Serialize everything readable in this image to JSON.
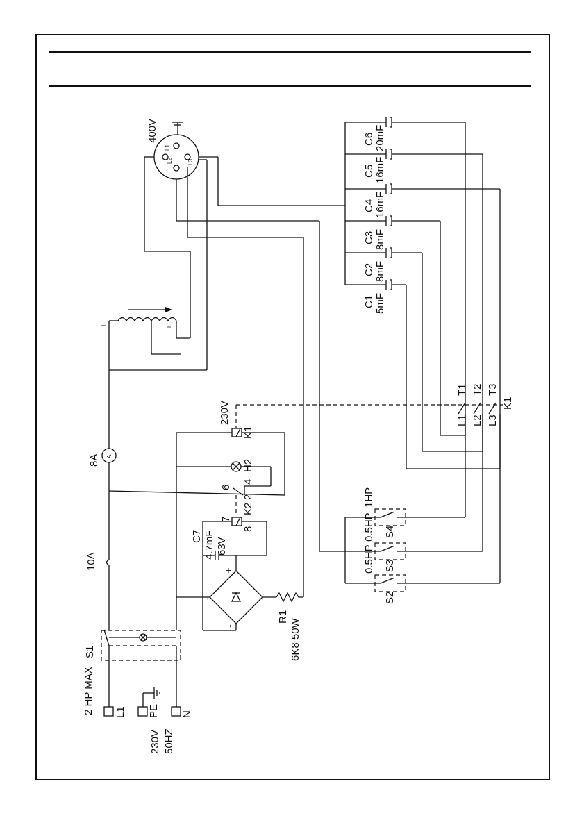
{
  "supply": {
    "voltage": "230V",
    "frequency": "50HZ",
    "terminals": [
      "L1",
      "PE",
      "N"
    ],
    "max_rating": "2 HP MAX"
  },
  "switch_main": "S1",
  "fuse": "10A",
  "ammeter": {
    "rating": "8A",
    "symbol": "A"
  },
  "output_socket": {
    "voltage": "400V",
    "pins": [
      "L1",
      "L2",
      "L3"
    ]
  },
  "relay_k1": {
    "name": "K1",
    "voltage": "230V",
    "contacts": [
      "L1",
      "L2",
      "L3"
    ],
    "terminals": [
      "T1",
      "T2",
      "T3"
    ]
  },
  "relay_k2": {
    "name": "K2",
    "pins": [
      "6",
      "2",
      "4",
      "7",
      "8"
    ]
  },
  "lamp": "H2",
  "capacitor_c7": {
    "name": "C7",
    "value": "4.7mF",
    "voltage": "63V"
  },
  "resistor_r1": {
    "name": "R1",
    "value": "6K8 50W"
  },
  "bridge_marks": {
    "plus": "+",
    "minus": "-",
    "ac1": "~",
    "ac2": "~"
  },
  "autotransformer_marks": {
    "start": "I",
    "finish": "F"
  },
  "capacitors": [
    {
      "name": "C1",
      "value": "5mF"
    },
    {
      "name": "C2",
      "value": "8mF"
    },
    {
      "name": "C3",
      "value": "8mF"
    },
    {
      "name": "C4",
      "value": "16mF"
    },
    {
      "name": "C5",
      "value": "16mF"
    },
    {
      "name": "C6",
      "value": "20mF"
    }
  ],
  "switches": [
    {
      "name": "S2",
      "rating": "0.5HP"
    },
    {
      "name": "S3",
      "rating": "0.5HP"
    },
    {
      "name": "S4",
      "rating": "1HP"
    }
  ]
}
